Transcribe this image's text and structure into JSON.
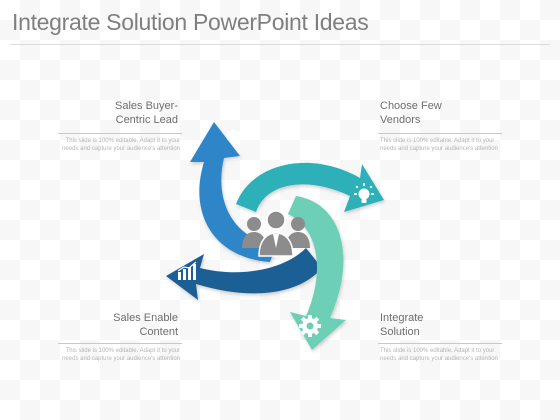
{
  "title": "Integrate Solution PowerPoint Ideas",
  "steps": [
    {
      "line1": "Sales Buyer-",
      "line2": "Centric Lead",
      "icon": "handshake-icon",
      "color": "#2e86c8",
      "body": "This slide is 100% editable. Adapt it to your needs and capture your audience's attention"
    },
    {
      "line1": "Choose Few",
      "line2": "Vendors",
      "icon": "lightbulb-icon",
      "color": "#2fb0b9",
      "body": "This slide is 100% editable. Adapt it to your needs and capture your audience's attention"
    },
    {
      "line1": "Integrate",
      "line2": "Solution",
      "icon": "gear-icon",
      "color": "#6dcfb5",
      "body": "This slide is 100% editable. Adapt it to your needs and capture your audience's attention"
    },
    {
      "line1": "Sales Enable",
      "line2": "Content",
      "icon": "bar-chart-icon",
      "color": "#1f5f94",
      "body": "This slide is 100% editable. Adapt it to your needs and capture your audience's attention"
    }
  ],
  "center_icon": "people-group-icon"
}
